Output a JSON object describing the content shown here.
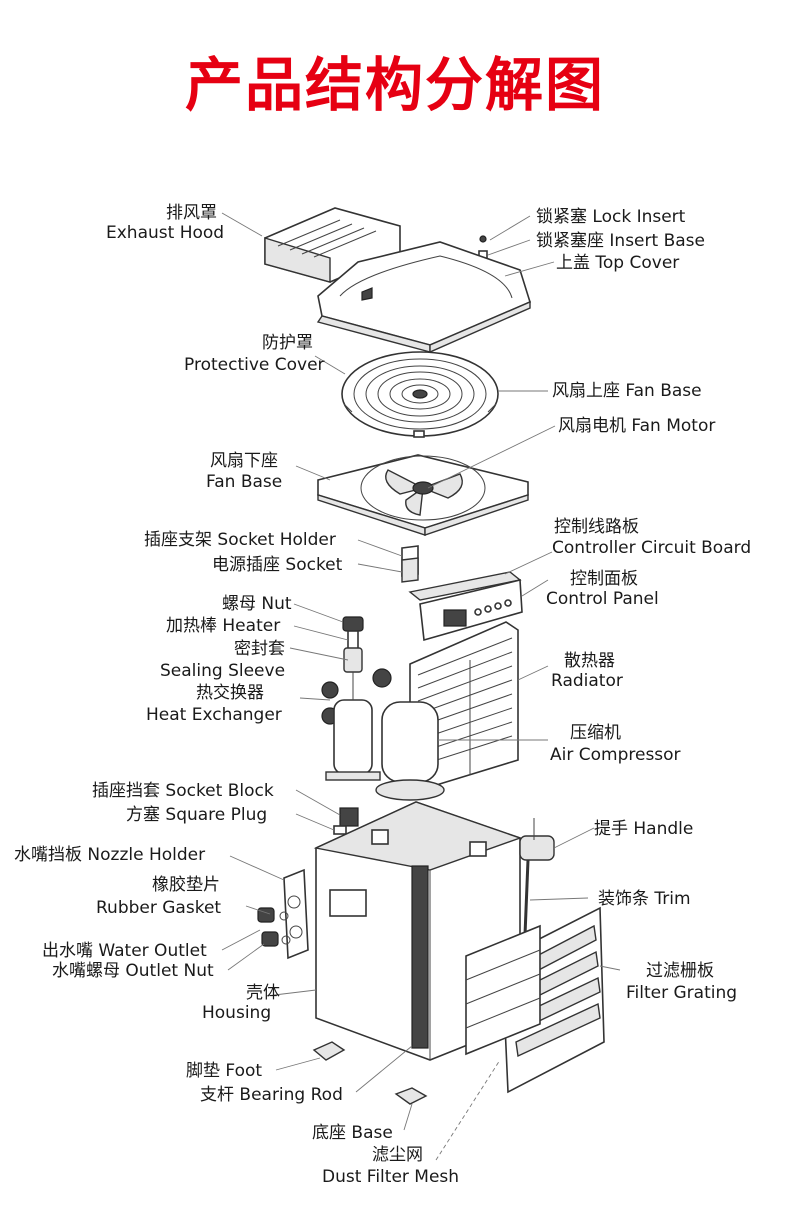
{
  "title": "产品结构分解图",
  "labels": {
    "exhaust_hood": [
      "排风罩",
      "Exhaust Hood"
    ],
    "lock_insert": [
      "锁紧塞 Lock Insert"
    ],
    "insert_base": [
      "锁紧塞座 Insert Base"
    ],
    "top_cover": [
      "上盖 Top Cover"
    ],
    "protective_cover": [
      "防护罩",
      "Protective Cover"
    ],
    "fan_base_upper": [
      "风扇上座 Fan Base"
    ],
    "fan_motor": [
      "风扇电机 Fan Motor"
    ],
    "fan_base_lower": [
      "风扇下座",
      "Fan Base"
    ],
    "socket_holder": [
      "插座支架 Socket Holder"
    ],
    "socket": [
      "电源插座 Socket"
    ],
    "controller_board": [
      "控制线路板",
      "Controller Circuit Board"
    ],
    "control_panel": [
      "控制面板",
      "Control Panel"
    ],
    "nut": [
      "螺母 Nut"
    ],
    "heater": [
      "加热棒 Heater"
    ],
    "sealing_sleeve": [
      "密封套",
      "Sealing Sleeve"
    ],
    "heat_exchanger": [
      "热交换器",
      "Heat Exchanger"
    ],
    "radiator": [
      "散热器",
      "Radiator"
    ],
    "air_compressor": [
      "压缩机",
      "Air Compressor"
    ],
    "socket_block": [
      "插座挡套 Socket Block"
    ],
    "square_plug": [
      "方塞 Square Plug"
    ],
    "handle": [
      "提手 Handle"
    ],
    "nozzle_holder": [
      "水嘴挡板 Nozzle Holder"
    ],
    "rubber_gasket": [
      "橡胶垫片",
      "Rubber Gasket"
    ],
    "trim": [
      "装饰条 Trim"
    ],
    "water_outlet": [
      "出水嘴 Water Outlet"
    ],
    "outlet_nut": [
      "水嘴螺母 Outlet Nut"
    ],
    "housing": [
      "壳体",
      "Housing"
    ],
    "filter_grating": [
      "过滤栅板",
      "Filter Grating"
    ],
    "foot": [
      "脚垫 Foot"
    ],
    "bearing_rod": [
      "支杆 Bearing Rod"
    ],
    "base": [
      "底座 Base"
    ],
    "dust_filter_mesh": [
      "滤尘网",
      "Dust Filter Mesh"
    ]
  },
  "colors": {
    "title": "#e60012",
    "line": "#333333"
  }
}
